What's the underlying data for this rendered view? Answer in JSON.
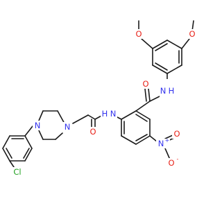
{
  "molecule": {
    "colors": {
      "bond": "#1a1a1a",
      "O": "#e8231a",
      "N": "#3333ee",
      "Cl": "#1fa01f",
      "C": "#1a1a1a"
    },
    "labels": {
      "o_methoxy_left": "O",
      "o_methoxy_right": "O",
      "o_amide_1": "O",
      "nh_amide_1_n": "N",
      "nh_amide_1_h": "H",
      "nh_amide_2_n": "N",
      "nh_amide_2_h": "H",
      "o_amide_2": "O",
      "n_piperazine_1": "N",
      "n_piperazine_2": "N",
      "n_nitro_n": "N",
      "n_nitro_charge": "+",
      "o_nitro_1": "O",
      "o_nitro_2": "O",
      "o_nitro_2_charge": "-",
      "cl": "Cl"
    }
  }
}
